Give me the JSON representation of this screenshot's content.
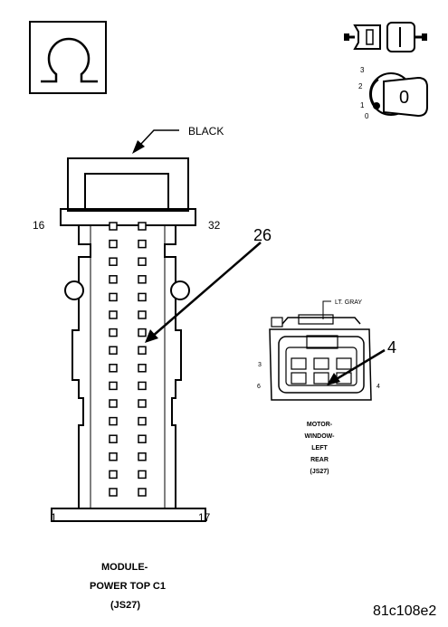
{
  "main_connector": {
    "color_label": "BLACK",
    "pin_top_left": "16",
    "pin_top_right": "32",
    "pin_bottom_left": "1",
    "pin_bottom_right": "17",
    "callout_pin": "26",
    "caption_line1": "MODULE-",
    "caption_line2": "POWER TOP C1",
    "caption_line3": "(JS27)"
  },
  "small_connector": {
    "color_label": "LT. GRAY",
    "callout_pin": "4",
    "pin_label_3": "3",
    "pin_label_6": "6",
    "pin_label_4": "4",
    "caption_line1": "MOTOR-",
    "caption_line2": "WINDOW-",
    "caption_line3": "LEFT",
    "caption_line4": "REAR",
    "caption_line5": "(JS27)"
  },
  "ignition_switch": {
    "positions": [
      "3",
      "2",
      "1",
      "0"
    ],
    "key_label": "0"
  },
  "icons": {
    "ohm": "ohm-symbol-icon",
    "connector": "connector-plug-icon",
    "key": "ignition-key-icon"
  },
  "figure_id": "81c108e2"
}
